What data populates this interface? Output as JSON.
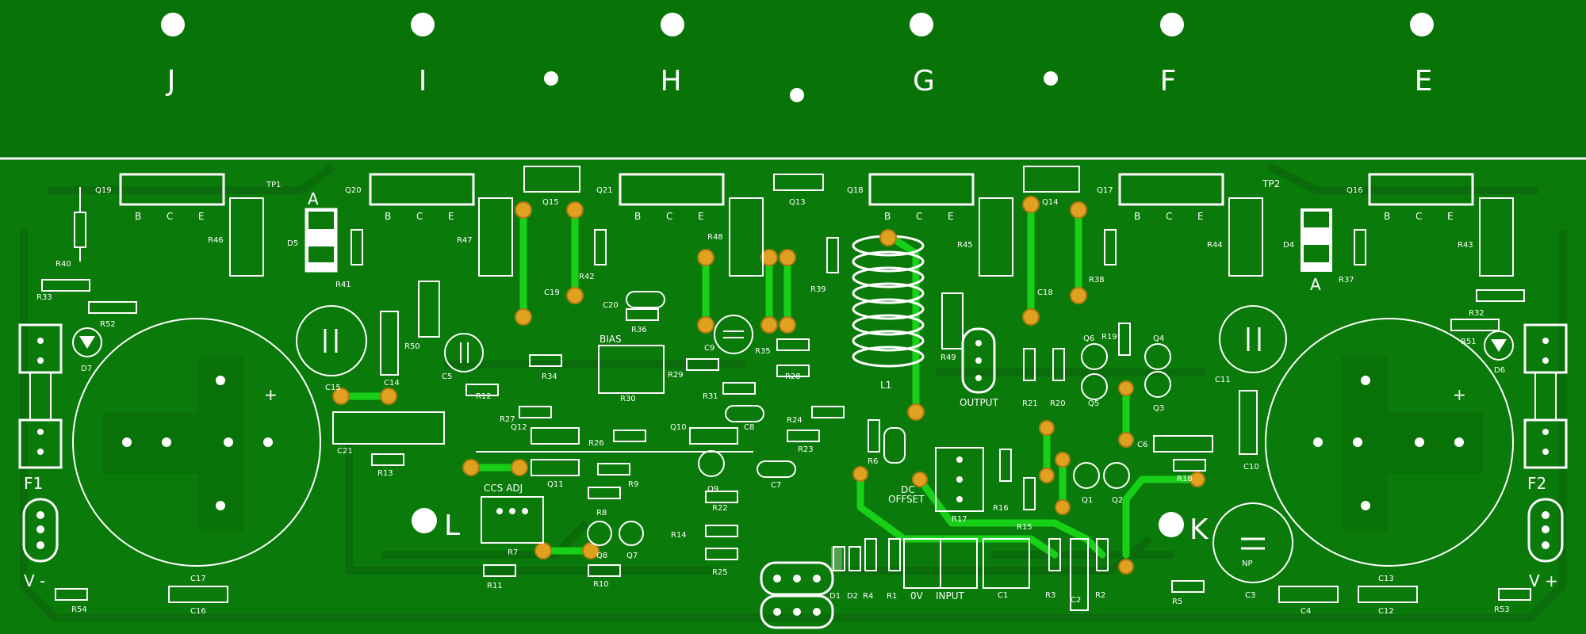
{
  "header": {
    "letters": [
      "J",
      "I",
      "H",
      "G",
      "F",
      "E"
    ]
  },
  "ref": {
    "q19": "Q19",
    "q20": "Q20",
    "q21": "Q21",
    "q18": "Q18",
    "q17": "Q17",
    "q16": "Q16",
    "q15": "Q15",
    "q13": "Q13",
    "q14": "Q14",
    "b": "B",
    "c": "C",
    "e": "E",
    "tp1": "TP1",
    "tp2": "TP2",
    "a": "A",
    "r46": "R46",
    "r47": "R47",
    "r48": "R48",
    "r45": "R45",
    "r44": "R44",
    "r43": "R43",
    "d5": "D5",
    "d4": "D4",
    "r41": "R41",
    "r42": "R42",
    "r38": "R38",
    "r37": "R37",
    "r40": "R40",
    "r33": "R33",
    "r52": "R52",
    "r32": "R32",
    "r51": "R51",
    "d7": "D7",
    "d6": "D6",
    "c15": "C15",
    "c14": "C14",
    "r50": "R50",
    "c5": "C5",
    "c19": "C19",
    "c20": "C20",
    "r36": "R36",
    "bias": "BIAS",
    "r30": "R30",
    "r34": "R34",
    "c9": "C9",
    "r35": "R35",
    "r39": "R39",
    "r29": "R29",
    "r28": "R28",
    "r31": "R31",
    "c18": "C18",
    "l1": "L1",
    "r49": "R49",
    "output": "OUTPUT",
    "q6": "Q6",
    "r19": "R19",
    "q4": "Q4",
    "r21": "R21",
    "r20": "R20",
    "q5": "Q5",
    "q3": "Q3",
    "c11": "C11",
    "c10": "C10",
    "c6": "C6",
    "r18": "R18",
    "c21": "C21",
    "r13": "R13",
    "r12": "R12",
    "r27": "R27",
    "q12": "Q12",
    "r26": "R26",
    "q10": "Q10",
    "c8": "C8",
    "r24": "R24",
    "r23": "R23",
    "r6": "R6",
    "f1": "F1",
    "f2": "F2",
    "vminus": "V -",
    "vplus": "V +",
    "ccsadj": "CCS ADJ",
    "q11": "Q11",
    "r9": "R9",
    "q9": "Q9",
    "c7": "C7",
    "r8": "R8",
    "r22": "R22",
    "l": "L",
    "k": "K",
    "r7": "R7",
    "q8": "Q8",
    "q7": "Q7",
    "r14": "R14",
    "r25": "R25",
    "r11": "R11",
    "r10": "R10",
    "dc": "DC",
    "offset": "OFFSET",
    "r17": "R17",
    "r16": "R16",
    "r15": "R15",
    "q1": "Q1",
    "q2": "Q2",
    "d1": "D1",
    "d2": "D2",
    "r4": "R4",
    "r1": "R1",
    "ov": "0V",
    "input": "INPUT",
    "c1": "C1",
    "r3": "R3",
    "c2": "C2",
    "r2": "R2",
    "r5": "R5",
    "c3": "C3",
    "np": "NP",
    "c4": "C4",
    "c12": "C12",
    "c13": "C13",
    "r53": "R53",
    "r54": "R54",
    "c16": "C16",
    "c17": "C17",
    "plus": "+"
  }
}
